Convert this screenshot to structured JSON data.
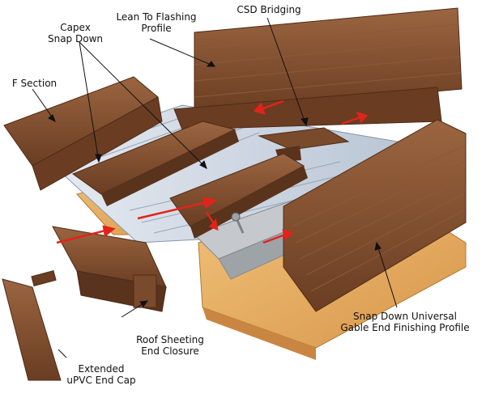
{
  "labels": {
    "lean_to_flashing": [
      "Lean To Flashing",
      "Profile"
    ],
    "csd_bridging": "CSD Bridging",
    "capex": [
      "Capex",
      "Snap Down"
    ],
    "f_section": "F Section",
    "snap_down_universal": [
      "Snap Down Universal",
      "Gable End Finishing Profile"
    ],
    "roof_sheeting": [
      "Roof Sheeting",
      "End Closure"
    ],
    "extended_cap": [
      "Extended",
      "uPVC End Cap"
    ]
  },
  "colors": {
    "brown": "#7a4a2c",
    "brown_light": "#9b6540",
    "brown_dark": "#4e2c17",
    "wood": "#e4a85a",
    "polycarbonate": "#cdd6e2",
    "aluminium": "#b9bcbf",
    "arrow_red": "#e2231a"
  }
}
